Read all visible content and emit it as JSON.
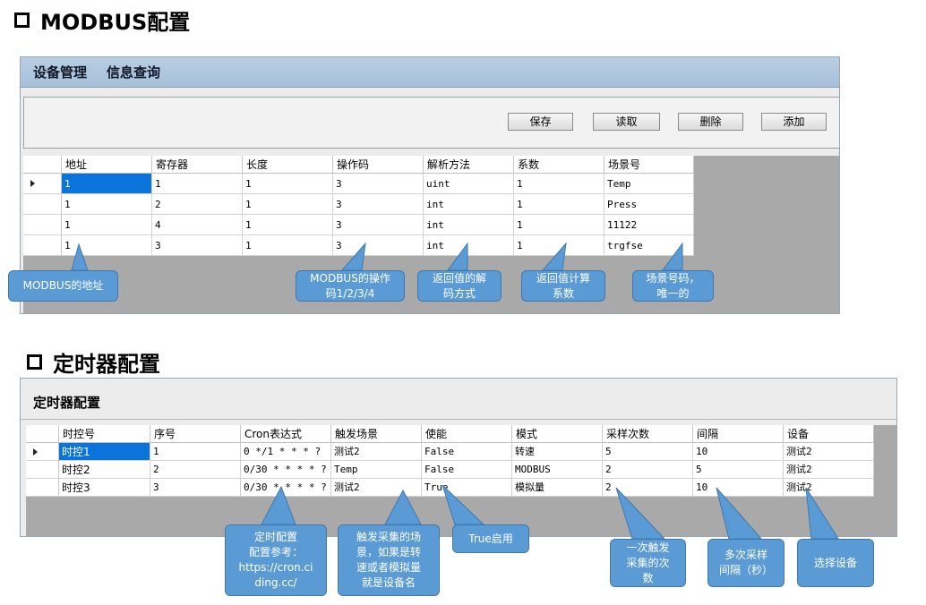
{
  "modbus_section": {
    "heading": "MODBUS配置",
    "menu": [
      "设备管理",
      "信息查询"
    ],
    "buttons": {
      "save": "保存",
      "read": "读取",
      "delete": "删除",
      "add": "添加"
    },
    "columns": [
      "地址",
      "寄存器",
      "长度",
      "操作码",
      "解析方法",
      "系数",
      "场景号"
    ],
    "rows": [
      [
        "1",
        "1",
        "1",
        "3",
        "uint",
        "1",
        "Temp"
      ],
      [
        "1",
        "2",
        "1",
        "3",
        "int",
        "1",
        "Press"
      ],
      [
        "1",
        "4",
        "1",
        "3",
        "int",
        "1",
        "11122"
      ],
      [
        "1",
        "3",
        "1",
        "3",
        "int",
        "1",
        "trgfse"
      ]
    ],
    "callouts": {
      "address": "MODBUS的地址",
      "opcode_line1": "MODBUS的操作",
      "opcode_line2": "码1/2/3/4",
      "parse_line1": "返回值的解",
      "parse_line2": "码方式",
      "coef_line1": "返回值计算",
      "coef_line2": "系数",
      "scene_line1": "场景号码，",
      "scene_line2": "唯一的"
    }
  },
  "timer_section": {
    "heading": "定时器配置",
    "panel_title": "定时器配置",
    "columns": [
      "时控号",
      "序号",
      "Cron表达式",
      "触发场景",
      "使能",
      "模式",
      "采样次数",
      "间隔",
      "设备"
    ],
    "rows": [
      [
        "时控1",
        "1",
        "0 */1 * * * ?",
        "测试2",
        "False",
        "转速",
        "5",
        "10",
        "测试2"
      ],
      [
        "时控2",
        "2",
        "0/30 * * * * ?",
        "Temp",
        "False",
        "MODBUS",
        "2",
        "5",
        "测试2"
      ],
      [
        "时控3",
        "3",
        "0/30 * * * * ?",
        "测试2",
        "True",
        "模拟量",
        "2",
        "10",
        "测试2"
      ]
    ],
    "callouts": {
      "cron_line1": "定时配置",
      "cron_line2": "配置参考：",
      "cron_line3": "https://cron.ci",
      "cron_line4": "ding.cc/",
      "scene_line1": "触发采集的场",
      "scene_line2": "景，如果是转",
      "scene_line3": "速或者模拟量",
      "scene_line4": "就是设备名",
      "enable": "True启用",
      "count_line1": "一次触发",
      "count_line2": "采集的次",
      "count_line3": "数",
      "interval_line1": "多次采样",
      "interval_line2": "间隔（秒）",
      "device": "选择设备"
    }
  },
  "colors": {
    "callout_fill": "#5b9bd5",
    "selected_cell": "#0a74da",
    "menu_bar": "#b8cee4"
  }
}
